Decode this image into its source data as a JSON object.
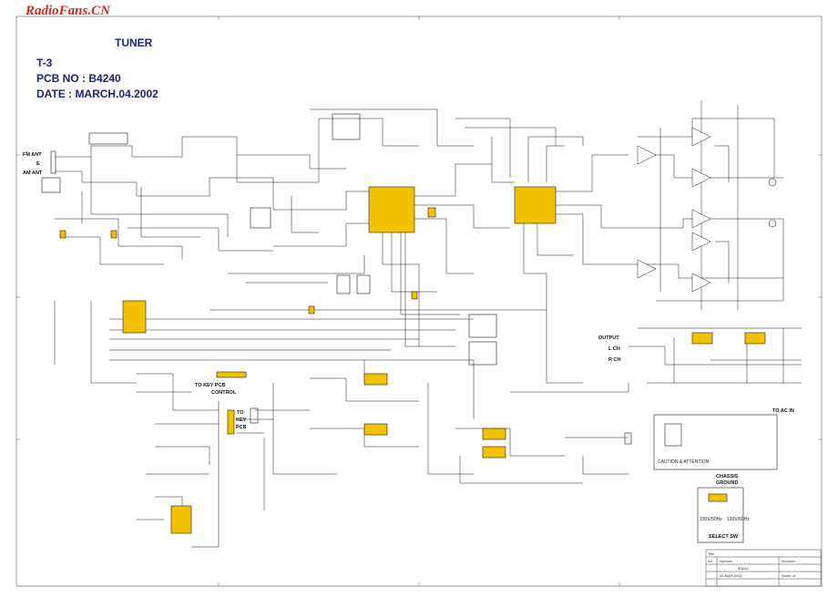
{
  "watermark": "RadioFans.CN",
  "header": {
    "title": "TUNER",
    "model": "T-3",
    "pcb": "PCB NO : B4240",
    "date": "DATE : MARCH.04.2002"
  },
  "antenna": {
    "fm": "FM ANT",
    "ground": "E",
    "am": "AM ANT"
  },
  "connectors": {
    "key_pcb": [
      "TO KEY PCB",
      "CONTROL"
    ],
    "key_pcb2": [
      "TO",
      "KEY",
      "PCB"
    ],
    "output": "OUTPUT",
    "l_ch": "L CH",
    "r_ch": "R CH",
    "to_ac_in": "TO AC IN"
  },
  "notes": {
    "caution": "CAUTION & ATTENTION",
    "chassis": [
      "CHASSIS",
      "GROUND"
    ],
    "select_sw": "SELECT SW",
    "v230": "230V/50Hz",
    "v120": "120V/60Hz"
  },
  "title_block": {
    "title": "Title",
    "size": "A3",
    "number": "Number",
    "revision": "Revision",
    "pcb": "B4240",
    "date": "04-MAR-2002",
    "sheet": "Sheet of"
  },
  "colors": {
    "wire": "#1c1c1c",
    "ic": "#f2c200",
    "header": "#1a237e",
    "watermark": "#d9261c"
  }
}
